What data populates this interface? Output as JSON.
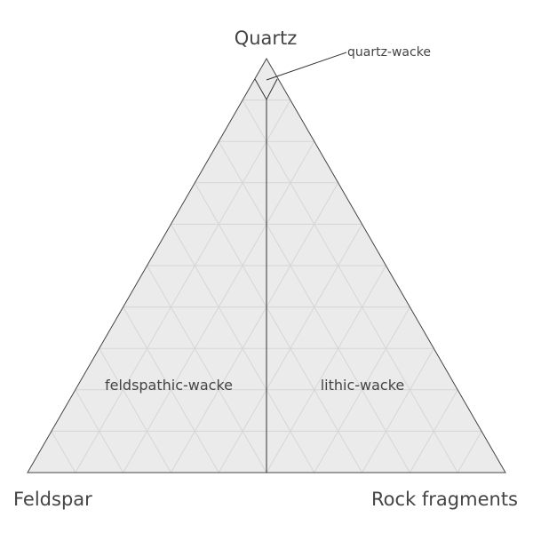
{
  "axes": {
    "top": "Quartz",
    "left": "Feldspar",
    "right": "Rock fragments"
  },
  "regions": [
    {
      "name": "quartz-wacke"
    },
    {
      "name": "feldspathic-wacke"
    },
    {
      "name": "lithic-wacke"
    }
  ],
  "grid_divisions": 10,
  "colors": {
    "fill": "#ebebeb",
    "grid": "#d6d6d6",
    "boundary": "#333333",
    "text": "#444444"
  }
}
